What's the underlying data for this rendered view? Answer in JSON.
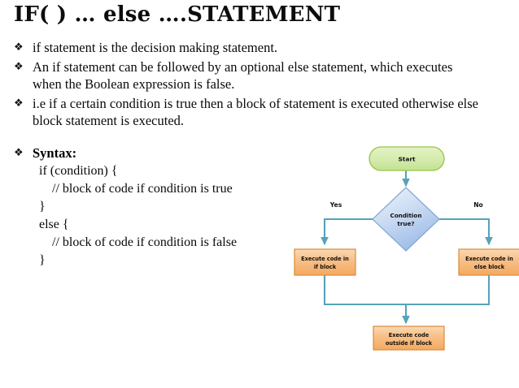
{
  "slide": {
    "title": "IF( ) … else ….STATEMENT"
  },
  "bullets": {
    "marker": "❖",
    "items": [
      {
        "text": "if statement is the decision making statement."
      },
      {
        "text": "An if statement can be followed by an optional else statement, which executes when the Boolean expression is false."
      },
      {
        "text": "i.e if a certain condition is true then a block of statement is executed otherwise else block statement is executed."
      }
    ]
  },
  "syntax": {
    "marker": "❖",
    "label": "Syntax:",
    "lines": [
      "  if (condition) {",
      "      // block of code if condition is true",
      "  }",
      "  else {",
      "      // block of code if condition is false",
      "  }"
    ]
  },
  "flowchart": {
    "nodes": {
      "start": {
        "label": "Start",
        "shape": "rounded-rectangle",
        "fill": "#cfe8a0",
        "stroke": "#94c13d"
      },
      "condition": {
        "label_line1": "Condition",
        "label_line2": "true?",
        "shape": "diamond",
        "fill": "#aec9ec",
        "stroke": "#7a9ccb"
      },
      "if_block": {
        "label_line1": "Execute code in",
        "label_line2": "if block",
        "shape": "rectangle",
        "fill": "#f7b97a",
        "stroke": "#d98b3e"
      },
      "else_block": {
        "label_line1": "Execute code in",
        "label_line2": "else block",
        "shape": "rectangle",
        "fill": "#f7b97a",
        "stroke": "#d98b3e"
      },
      "after_block": {
        "label_line1": "Execute code",
        "label_line2": "outside if block",
        "shape": "rectangle",
        "fill": "#f7b97a",
        "stroke": "#d98b3e"
      }
    },
    "edges": {
      "yes_label": "Yes",
      "no_label": "No",
      "connector_color": "#4a9cb5"
    }
  },
  "colors": {
    "background": "#ffffff",
    "text": "#0a0a0a",
    "green_fill": "#cfe8a0",
    "blue_fill": "#aec9ec",
    "orange_fill": "#f7b97a",
    "connector": "#4a9cb5"
  }
}
